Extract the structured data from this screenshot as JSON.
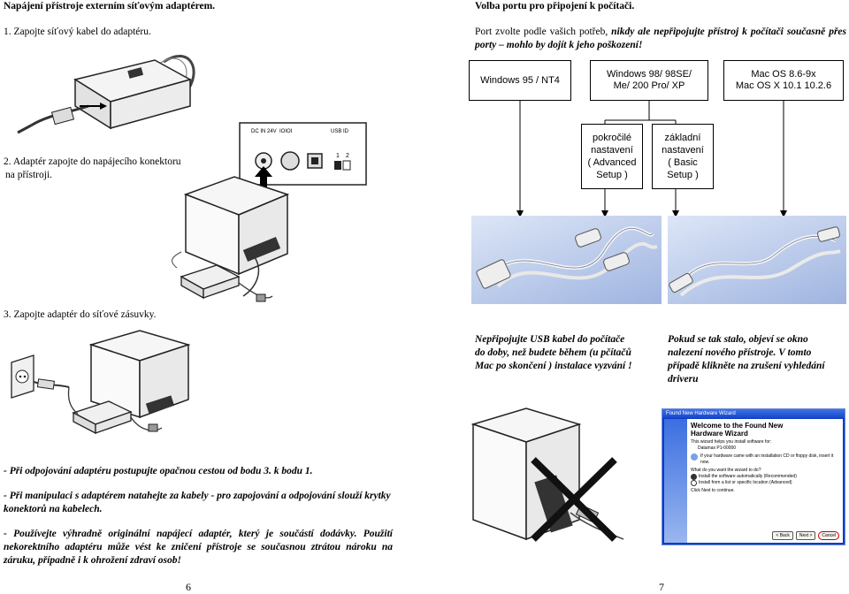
{
  "left": {
    "heading": "Napájení přístroje externím síťovým adaptérem.",
    "step1": "1.  Zapojte síťový kabel do adaptéru.",
    "step2_line1": "2.  Adaptér zapojte do napájecího konektoru",
    "step2_line2": "na přístroji.",
    "connector_labels": [
      "DC IN 24V",
      "IOIOI",
      "USB ID",
      "1",
      "2"
    ],
    "step3": "3.  Zapojte adaptér do síťové zásuvky.",
    "notes": [
      "- Při odpojování adaptéru postupujte opačnou cestou od bodu 3. k bodu 1.",
      "- Při manipulaci s adaptérem natahejte za kabely -  pro zapojování a odpojování slouží krytky konektorů na kabelech.",
      "- Používejte výhradně originální napájecí adaptér, který je součástí dodávky. Použití nekorektního adaptéru může vést ke zničení přístroje se současnou ztrátou nároku na záruku, případně i k ohrožení zdraví osob!"
    ],
    "page_number": "6"
  },
  "right": {
    "heading": "Volba portu pro připojení k počítači.",
    "intro_normal": "Port zvolte podle vašich potřeb, ",
    "intro_emph": "nikdy ale nepřipojujte přístroj k počítači současně přes porty – mohlo by dojít k jeho poškození!",
    "os_boxes": [
      [
        "Windows 95 / NT4"
      ],
      [
        "Windows 98/ 98SE/",
        "Me/ 200 Pro/ XP"
      ],
      [
        "Mac OS 8.6-9x",
        "Mac OS X 10.1  10.2.6"
      ]
    ],
    "setup_boxes": [
      [
        "pokročilé",
        "nastavení",
        "( Advanced",
        "Setup )"
      ],
      [
        "základní",
        "nastavení",
        "( Basic",
        "Setup )"
      ]
    ],
    "warning_left": "Nepřipojujte USB kabel do počítače do doby, než budete během (u pčítačů Mac po skončení ) instalace vyzvání !",
    "warning_right": " Pokud se tak stalo, objeví se okno nalezení nového přístroje. V tomto případě klikněte na zrušení vyhledání driveru",
    "wizard": {
      "title": "Found New Hardware Wizard",
      "welcome_line1": "Welcome to the Found New",
      "welcome_line2": "Hardware Wizard",
      "body1": "This wizard helps you install software for:",
      "device": "Datamax P1-00000",
      "body2": "If your hardware came with an installation CD or floppy disk, insert it now.",
      "question": "What do you want the wizard to do?",
      "option1": "Install the software automatically (Recommended)",
      "option2": "Install from a list or specific location (Advanced)",
      "continue": "Click Next to continue.",
      "back": "< Back",
      "next": "Next >",
      "cancel": "Cancel"
    },
    "page_number": "7"
  }
}
